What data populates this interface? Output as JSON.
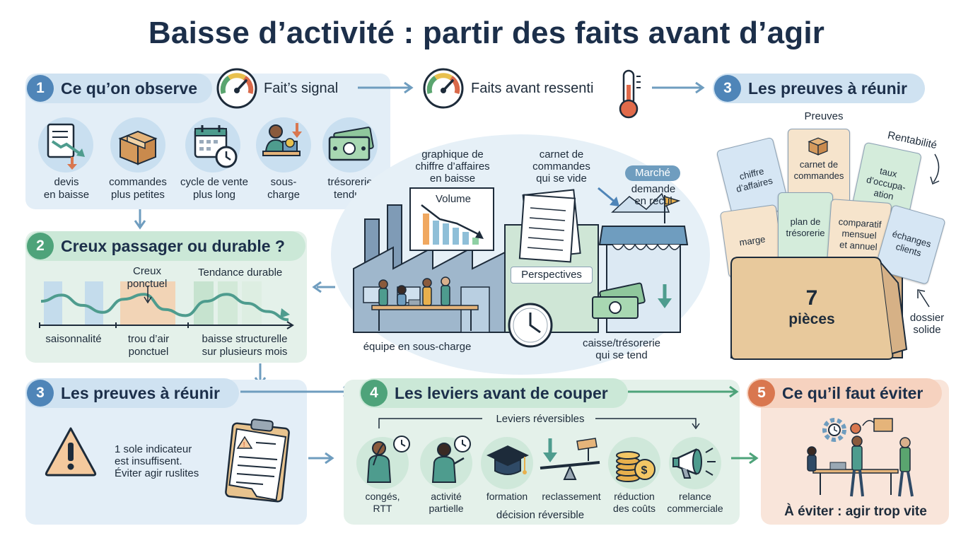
{
  "title": "Baisse d’activité : partir des faits avant d’agir",
  "top_signals": {
    "signal_label": "Fait’s signal",
    "facts_label": "Faits avant ressenti"
  },
  "section1": {
    "number": "1",
    "heading": "Ce qu’on observe",
    "items": [
      {
        "label": "devis\nen baisse",
        "icon": "falling-quotes-icon"
      },
      {
        "label": "commandes\nplus petites",
        "icon": "box-icon"
      },
      {
        "label": "cycle de vente\nplus long",
        "icon": "calendar-clock-icon"
      },
      {
        "label": "sous-\ncharge",
        "icon": "idle-worker-icon"
      },
      {
        "label": "trésorerie\ntendue",
        "icon": "banknote-icon"
      }
    ]
  },
  "section2": {
    "number": "2",
    "heading": "Creux passager ou durable ?",
    "annotations": {
      "creux": "Creux\nponctuel",
      "tendance": "Tendance durable"
    },
    "axis_labels": [
      "saisonnalité",
      "trou d’air\nponctuel",
      "baisse structurelle\nsur plusieurs mois"
    ]
  },
  "section3": {
    "number": "3",
    "heading": "Les preuves à réunir",
    "warning_text": "1 sole indicateur\nest insuffisent.\nÉviter agir ruslites"
  },
  "section3_top": {
    "number": "3",
    "heading": "Les preuves à réunir",
    "preuves_label": "Preuves",
    "rentabilite_label": "Rentabilité",
    "cards": [
      "chiffre\nd’affaires",
      "carnet de\ncommandes",
      "taux\nd’occupa-\nation",
      "marge",
      "plan de\ntrésorerie",
      "comparatif\nmensuel\net annuel",
      "échanges\nclients"
    ],
    "folder_count": "7",
    "folder_unit": "pièces",
    "folder_label": "dossier\nsolide"
  },
  "center": {
    "graph_caption": "graphique de\nchiffre d’affaires\nen baisse",
    "volume_label": "Volume",
    "carnet_caption": "carnet de\ncommandes\nqui se vide",
    "marche_label": "Marché",
    "marche_caption": "demande\nen recul",
    "perspectives_label": "Perspectives",
    "team_caption": "équipe en sous-charge",
    "cash_caption": "caisse/trésorerie\nqui se tend"
  },
  "section4": {
    "number": "4",
    "heading": "Les leviers avant de couper",
    "bracket_label": "Leviers réversibles",
    "items": [
      {
        "label": "congés,\nRTT",
        "icon": "vacation-clock-icon"
      },
      {
        "label": "activité\npartielle",
        "icon": "part-time-clock-icon"
      },
      {
        "label": "formation",
        "icon": "graduation-cap-icon"
      },
      {
        "label": "reclassement",
        "icon": "balance-arrow-icon"
      },
      {
        "label": "réduction\ndes coûts",
        "icon": "coins-icon"
      },
      {
        "label": "relance\ncommerciale",
        "icon": "megaphone-icon"
      }
    ],
    "footer": "décision réversible"
  },
  "section5": {
    "number": "5",
    "heading": "Ce qu’il faut éviter",
    "caption": "À éviter : agir trop vite"
  },
  "colors": {
    "title": "#1c2f4a",
    "blue_panel": "#e3eef7",
    "green_panel": "#e4f1ea",
    "peach_panel": "#f9e5da",
    "arrow": "#6f9dbf",
    "accent_orange": "#d9774f",
    "teal": "#4e9c8e"
  },
  "chart_data": {
    "type": "line",
    "title": "",
    "xlabel": "",
    "ylabel": "",
    "categories": [
      "saisonnalité",
      "trou d’air ponctuel",
      "baisse structurelle sur plusieurs mois"
    ],
    "x": [
      0,
      1,
      2,
      3,
      4,
      5,
      6,
      7,
      8,
      9,
      10,
      11,
      12
    ],
    "series": [
      {
        "values": [
          0.55,
          0.7,
          0.45,
          0.28,
          0.6,
          0.72,
          0.35,
          0.2,
          0.55,
          0.72,
          0.5,
          0.3,
          0.1
        ]
      }
    ]
  }
}
